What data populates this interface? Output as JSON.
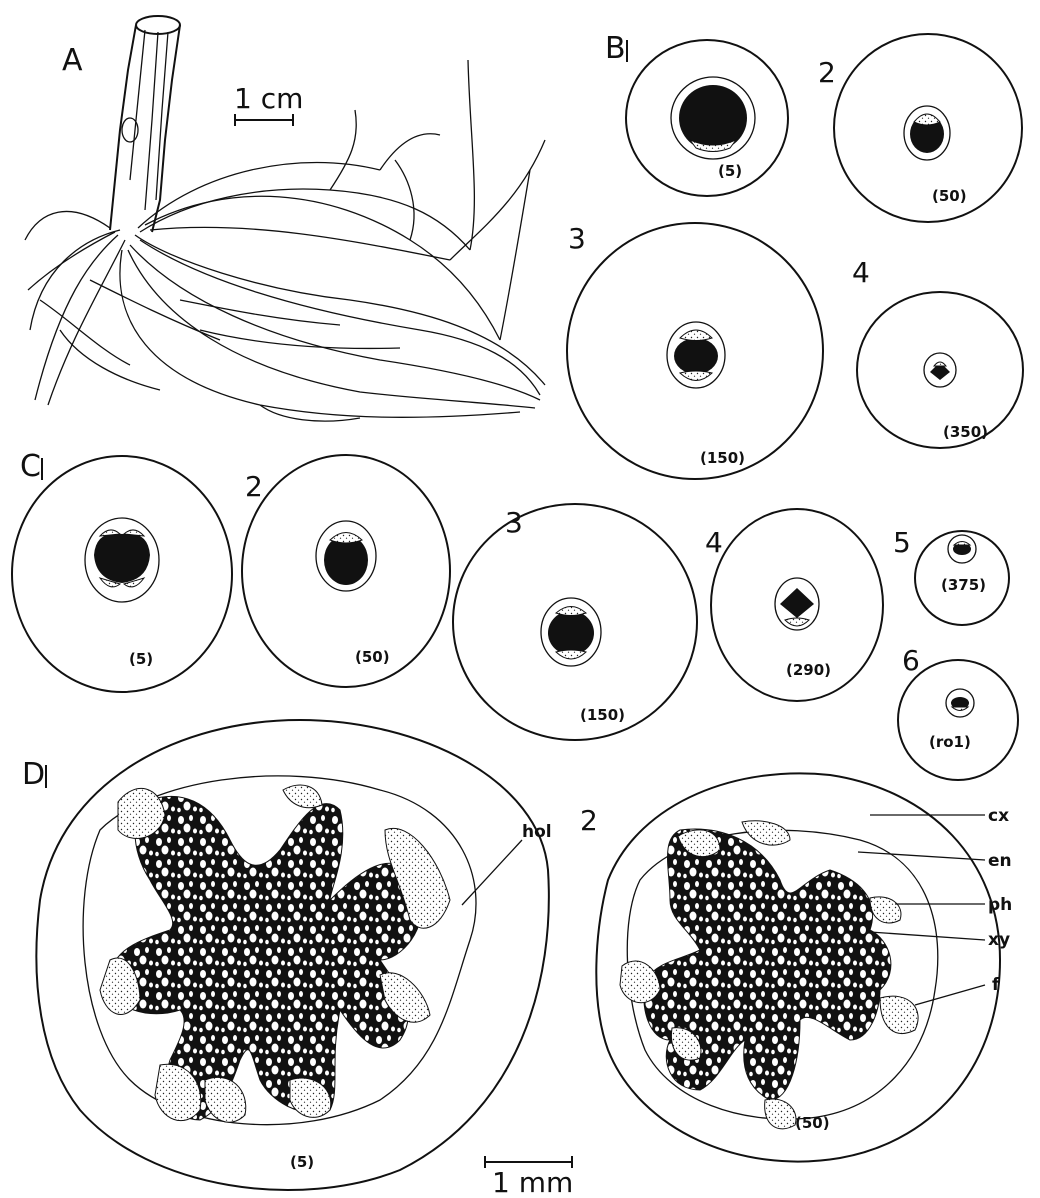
{
  "panels": {
    "A": {
      "label": "A",
      "scale": "1 cm"
    },
    "B": {
      "label": "B",
      "sections": [
        {
          "num": "1",
          "depth": "(5)"
        },
        {
          "num": "2",
          "depth": "(50)"
        },
        {
          "num": "3",
          "depth": "(150)"
        },
        {
          "num": "4",
          "depth": "(350)"
        }
      ]
    },
    "C": {
      "label": "C",
      "sections": [
        {
          "num": "1",
          "depth": "(5)"
        },
        {
          "num": "2",
          "depth": "(50)"
        },
        {
          "num": "3",
          "depth": "(150)"
        },
        {
          "num": "4",
          "depth": "(290)"
        },
        {
          "num": "5",
          "depth": "(375)"
        },
        {
          "num": "6",
          "depth": "(ro1)"
        }
      ]
    },
    "D": {
      "label": "D",
      "sections": [
        {
          "num": "1",
          "depth": "(5)"
        },
        {
          "num": "2",
          "depth": "(50)"
        }
      ],
      "annotations": {
        "hol": "hol",
        "cx": "cx",
        "en": "en",
        "ph": "ph",
        "xy": "xy",
        "f": "f"
      },
      "scale": "1 mm"
    }
  },
  "colors": {
    "ink": "#111111",
    "paper": "#ffffff"
  }
}
